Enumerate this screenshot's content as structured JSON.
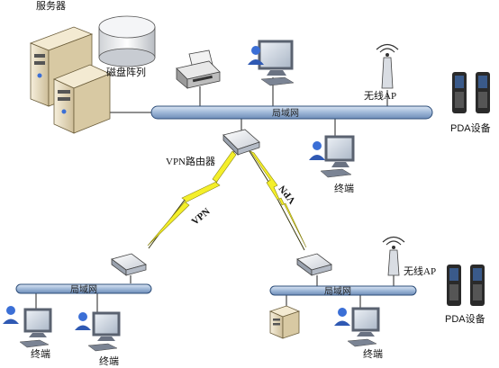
{
  "labels": {
    "server": "服务器",
    "disk_array": "磁盘阵列",
    "wireless_ap_top": "无线AP",
    "lan_top": "局域网",
    "pda_top": "PDA设备",
    "vpn_router": "VPN路由器",
    "terminal_top": "终端",
    "vpn_left": "VPN",
    "vpn_right": "VPN",
    "wireless_ap_bottom": "无线AP",
    "pda_bottom": "PDA设备",
    "lan_bottom_left": "局域网",
    "lan_bottom_right": "局域网",
    "terminal_bl1": "终端",
    "terminal_bl2": "终端",
    "terminal_br": "终端"
  },
  "colors": {
    "lan_bar": "#9fb8d8",
    "lan_border": "#2f4f7a",
    "vpn_bolt": "#f4ef2a",
    "monitor": "#5a6270",
    "user_blue": "#3b6fd6",
    "server_beige": "#e8dcc0"
  }
}
